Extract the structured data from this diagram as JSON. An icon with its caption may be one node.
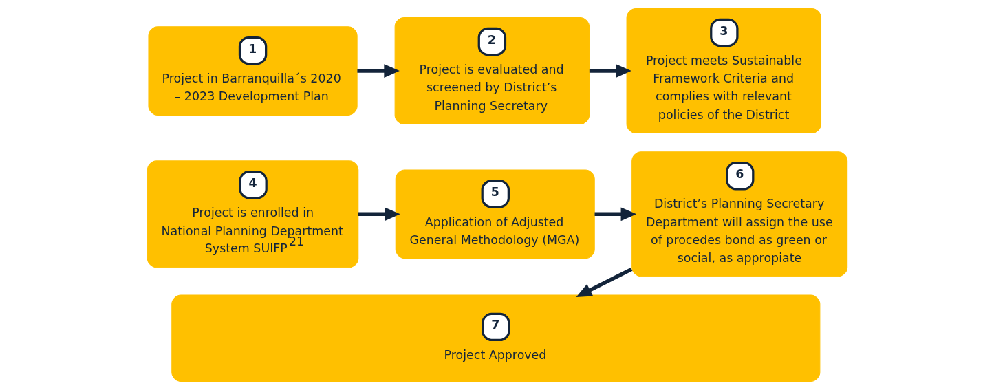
{
  "diagram": {
    "nodes": [
      {
        "text": [
          "1",
          "Project in Barranquilla´s 2020 – 2023 Development Plan"
        ]
      },
      {
        "text": [
          "2",
          "Project is evaluated and screened by District’s Planning Secretary"
        ]
      },
      {
        "text": [
          "3",
          "Project meets Sustainable Framework Criteria and complies with relevant policies of the District"
        ]
      },
      {
        "text": [
          "4",
          "Project is enrolled in National Planning Department System SUIFP$^{21}$"
        ]
      },
      {
        "text": [
          "5",
          "Application of Adjusted General Methodology (MGA)"
        ]
      },
      {
        "text": [
          "6",
          "District’s Planning Secretary Department will assign the use of procedes bond as green or social, as appropiate"
        ]
      },
      {
        "text": [
          "7",
          "Project Approved"
        ]
      }
    ],
    "edges": [
      {
        "from": 0,
        "to": 1,
        "arrow": "to"
      },
      {
        "from": 1,
        "to": 2,
        "arrow": "to"
      },
      {
        "from": 3,
        "to": 4,
        "arrow": "to"
      },
      {
        "from": 4,
        "to": 5,
        "arrow": "to"
      },
      {
        "from": 5,
        "to": 6,
        "arrow": "to"
      }
    ]
  }
}
